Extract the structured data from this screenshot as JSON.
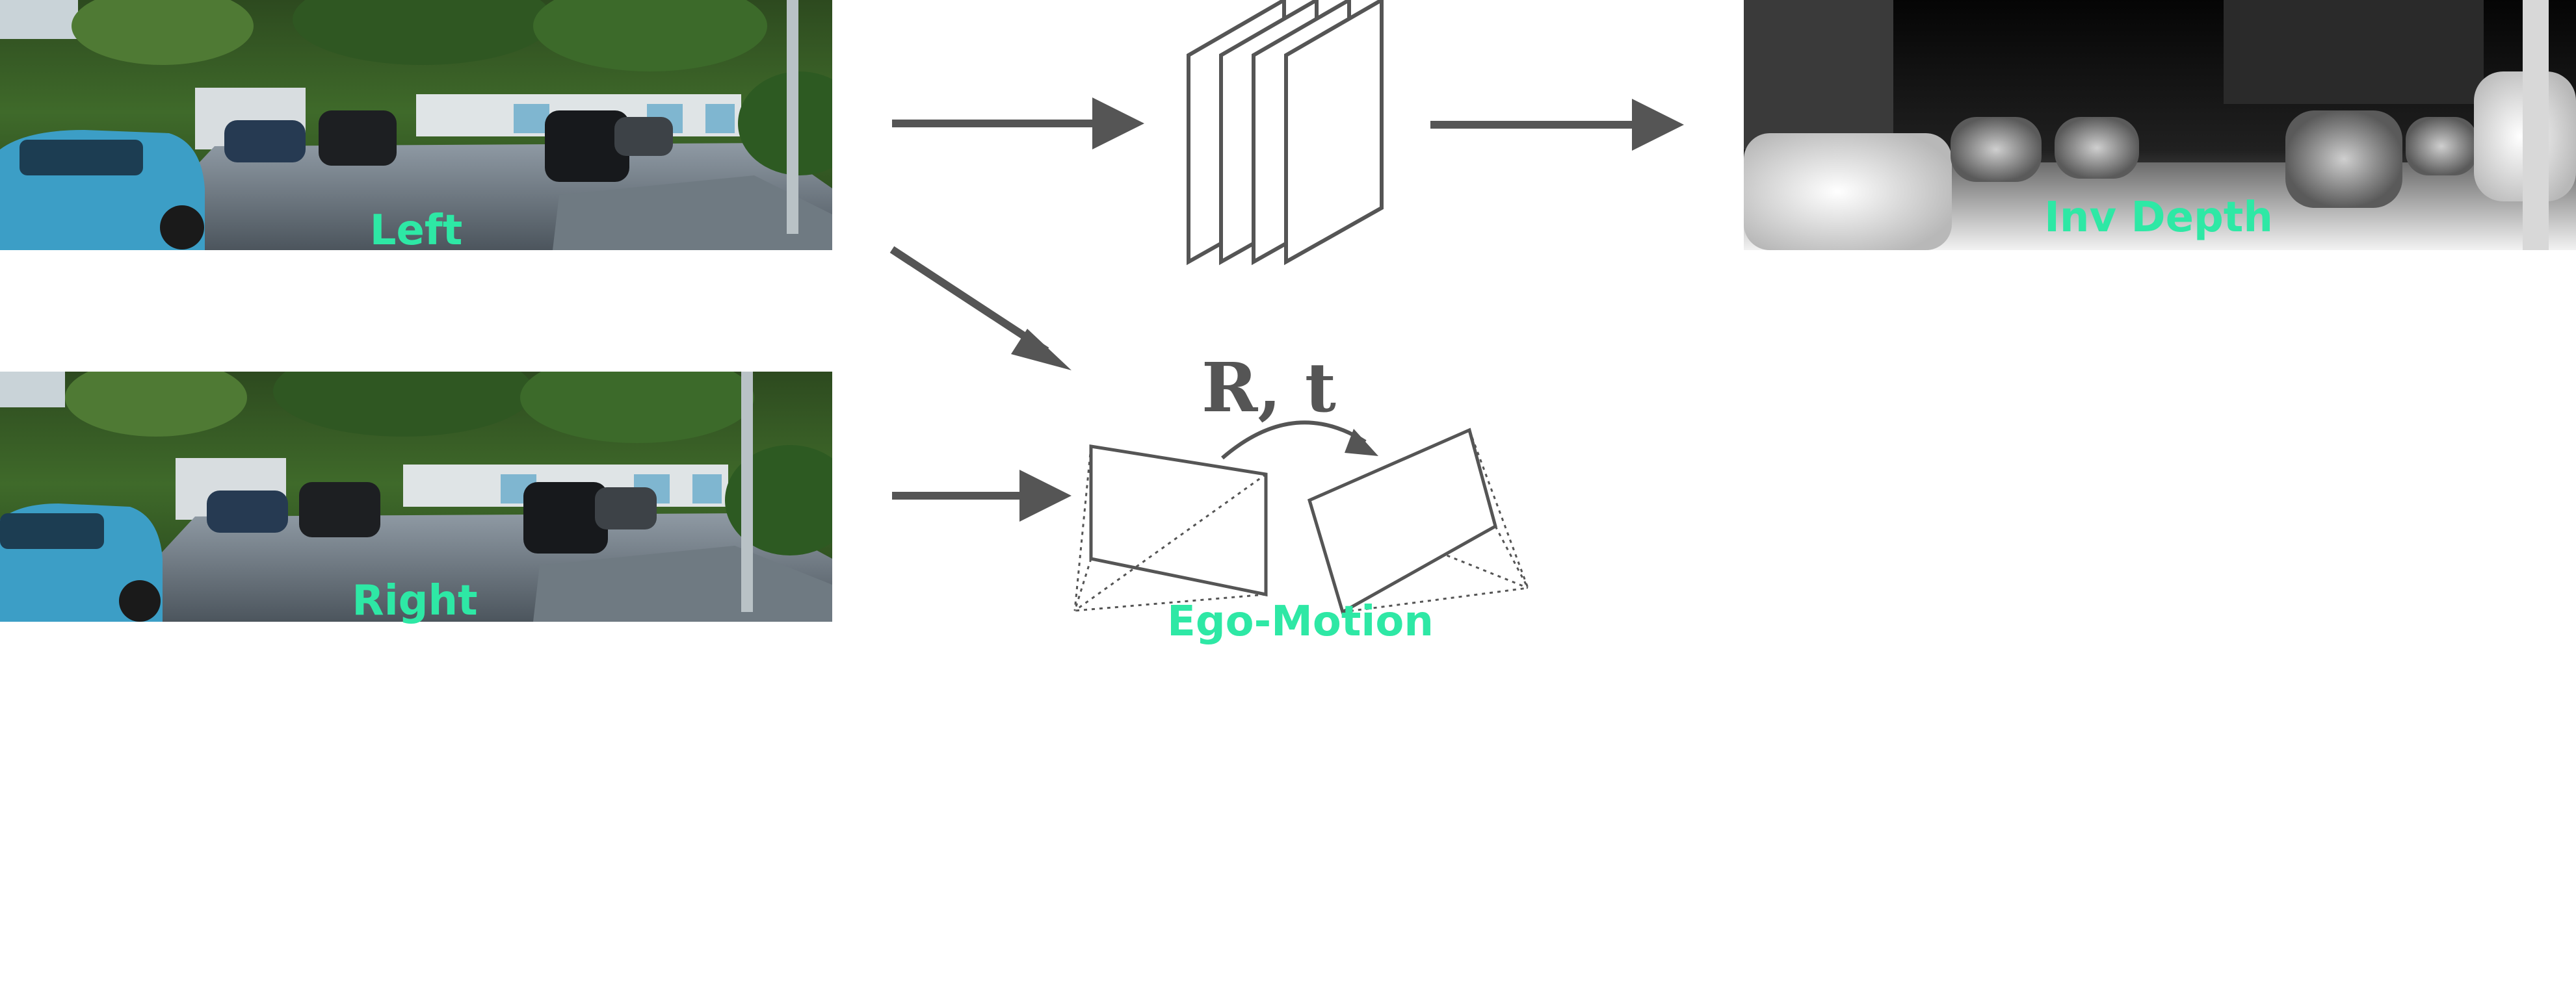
{
  "labels": {
    "left": "Left",
    "right": "Right",
    "inv_depth": "Inv Depth",
    "ego_motion": "Ego-Motion",
    "rotation_translation": "R, t"
  },
  "colors": {
    "label": "#2ee8a5",
    "arrow": "#555555",
    "stroke": "#555555",
    "background": "#ffffff"
  },
  "icons": {
    "feature_stack": "layered-feature-maps-icon",
    "camera_frames": "camera-frustum-icon"
  }
}
